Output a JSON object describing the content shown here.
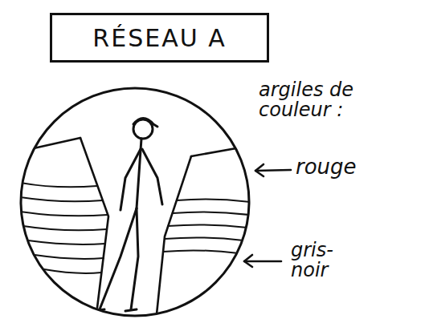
{
  "diagram": {
    "title": "RÉSEAU A",
    "labels": [
      "argiles de couleur :",
      "rouge",
      "gris-noir"
    ]
  }
}
